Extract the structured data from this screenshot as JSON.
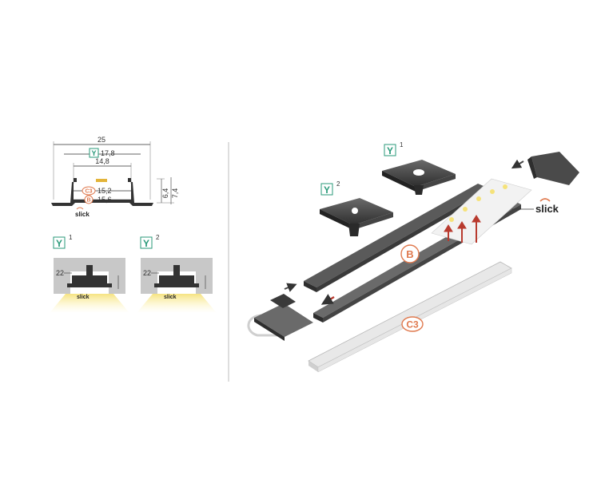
{
  "dimensions": {
    "total_width": "25",
    "y_inner": "17,8",
    "inner": "14,8",
    "c3_width": "15,2",
    "b_width": "15,6",
    "height_small": "6,4",
    "height_total": "7,4",
    "y_cut_1": "22",
    "y_cut_2": "22"
  },
  "labels": {
    "y": "Y",
    "c3": "C3",
    "b": "B",
    "sup_1": "1",
    "sup_2": "2"
  },
  "brand": {
    "name": "slick"
  },
  "colors": {
    "accent_orange": "#e07a4f",
    "badge_green": "#2a9a7a",
    "profile_dark": "#3a3a3a",
    "arrow_red": "#b83a2e",
    "led_yellow": "#f5e27a"
  }
}
